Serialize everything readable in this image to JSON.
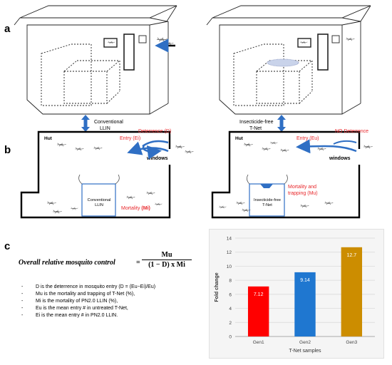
{
  "panels": {
    "a": "a",
    "b": "b",
    "c": "c"
  },
  "transitions": {
    "left": [
      "Conventional",
      "LLIN"
    ],
    "right": [
      "Insecticide-free",
      "T-Net"
    ]
  },
  "left_hut": {
    "hut": "Hut",
    "entry": "Entry (Ei)",
    "deterrence": "Deterrence (D)",
    "windows": "windows",
    "net": [
      "Conventional",
      "LLIN"
    ],
    "mortality": "Mortality",
    "mortality_sym": "(Mi)"
  },
  "right_hut": {
    "hut": "Hut",
    "entry": "Entry (Eu)",
    "deterrence": "NO Deterrence",
    "windows": "windows",
    "net": [
      "Insecticide-free",
      "T-Net"
    ],
    "mortality": [
      "Mortality and",
      "trapping (Mu)"
    ]
  },
  "formula": {
    "lhs": "Overall relative mosquito control",
    "numerator": "Mu",
    "denominator": "(1 − D) x Mi"
  },
  "definitions": [
    "D is the deterrence in mosquito entry (D = (Eu−Ei)/Eu)",
    "Mu is the mortality and trapping of T-Net (%),",
    "Mi is the mortality of  PN2.0 LLIN (%),",
    "Eu is the mean entry # in untreated T-Net,",
    "Ei is the mean entry # in PN2.0 LLIN."
  ],
  "chart_data": {
    "type": "bar",
    "categories": [
      "Gen1",
      "Gen2",
      "Gen3"
    ],
    "values": [
      7.12,
      9.14,
      12.7
    ],
    "data_labels": [
      "7.12",
      "9.14",
      "12.7"
    ],
    "colors": [
      "#ff0000",
      "#1f77d0",
      "#cc8d00"
    ],
    "ylabel": "Fold change",
    "xlabel": "T-Net samples",
    "ylim": [
      0,
      14
    ],
    "yticks": [
      0,
      2,
      4,
      6,
      8,
      10,
      12,
      14
    ],
    "grid": true
  }
}
